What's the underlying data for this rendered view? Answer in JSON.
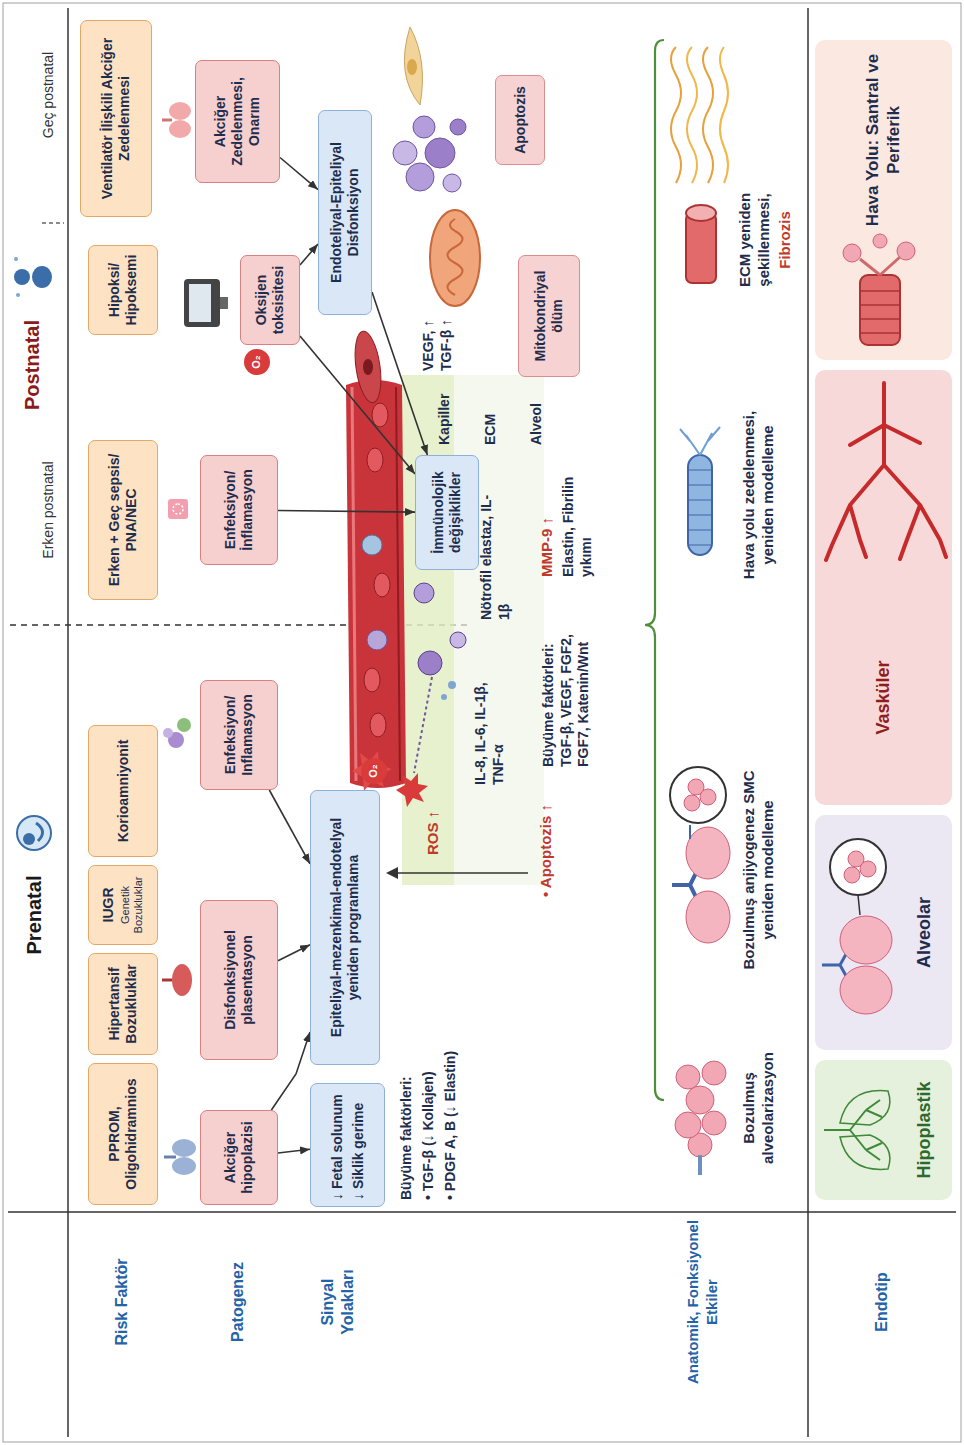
{
  "diagram": {
    "nodes": [
      {
        "text": [
          "PPROM, Oligohidramnios"
        ]
      },
      {
        "text": [
          "Hipertansif Bozukluklar"
        ]
      },
      {
        "text": [
          "IUGR",
          "Genetik Bozukluklar"
        ]
      },
      {
        "text": [
          "Korioamniyonit"
        ]
      },
      {
        "text": [
          "Erken + Geç sepsis/ PNA/NEC"
        ]
      },
      {
        "text": [
          "Hipoksi/ Hipoksemi"
        ]
      },
      {
        "text": [
          "Ventilatör İlişkili Akciğer Zedelenmesi"
        ]
      },
      {
        "text": [
          "Akciğer hipoplazisi"
        ]
      },
      {
        "text": [
          "Disfonksiyonel plasentasyon"
        ]
      },
      {
        "text": [
          "Enfeksiyon/ Inflamasyon"
        ]
      },
      {
        "text": [
          "Enfeksiyon/ İnflamasyon"
        ]
      },
      {
        "text": [
          "Oksijen toksisitesi"
        ]
      },
      {
        "text": [
          "Akciğer Zedelenmesi, Onarım"
        ]
      },
      {
        "text": [
          "↓ Fetal solunum",
          "↓ Siklik gerime"
        ]
      },
      {
        "text": [
          "Epiteliyal-mezenkimal-endotelyal yeniden programlama"
        ]
      },
      {
        "text": [
          "İmmünolojik değişiklikler"
        ]
      },
      {
        "text": [
          "Endoteliyal-Epiteliyal Disfonksiyon"
        ]
      },
      {
        "text": [
          "Mitokondriyal ölüm"
        ]
      },
      {
        "text": [
          "Apoptozis"
        ]
      },
      {
        "text": [
          "Hipoplastik"
        ]
      },
      {
        "text": [
          "Alveolar"
        ]
      },
      {
        "text": [
          "Vasküler"
        ]
      },
      {
        "text": [
          "Hava Yolu: Santral ve Periferik"
        ]
      }
    ],
    "edges": [
      {
        "from": 7,
        "to": 13,
        "arrow": "to"
      },
      {
        "from": 7,
        "to": 14,
        "arrow": "to"
      },
      {
        "from": 8,
        "to": 14,
        "arrow": "to"
      },
      {
        "from": 9,
        "to": 14,
        "arrow": "to"
      },
      {
        "from": 10,
        "to": 15,
        "arrow": "to"
      },
      {
        "from": 11,
        "to": 15,
        "arrow": "to"
      },
      {
        "from": 11,
        "to": 16,
        "arrow": "to"
      },
      {
        "from": 12,
        "to": 16,
        "arrow": "to"
      },
      {
        "from": 16,
        "to": 15,
        "arrow": "to"
      }
    ],
    "labels": [
      "Prenatal",
      "Erken postnatal",
      "Postnatal",
      "Geç postnatal",
      "Risk Faktör",
      "Patogenez",
      "Sinyal Yolakları",
      "Anatomik, Fonksiyonel Etkiler",
      "Endotip",
      "O₂",
      "O₂",
      "Büyüme faktörleri:",
      "• TGF-β (↓ Kollajen)",
      "• PDGF A, B (↓ Elastin)",
      "ROS ↑",
      "• Apoptozis ↑",
      "IL-8, IL-6, IL-1β, TNF-α",
      "Büyüme faktörleri: TGF-β, VEGF, FGF2, FGF7, Katenin/Wnt",
      "Nötrofil elastaz, IL-1β",
      "MMP-9 ↑",
      "Elastin, Fibrilin yıkımı",
      "Kapiller",
      "ECM",
      "Alveol",
      "VEGF, ↑ TGF-β ↑",
      "Bozulmuş alveolarizasyon",
      "Bozulmuş anjiyogenez SMC yeniden modelleme",
      "Hava yolu zedelenmesi, yeniden modelleme",
      "ECM yeniden şekillenmesi,",
      "Fibrozis"
    ]
  }
}
